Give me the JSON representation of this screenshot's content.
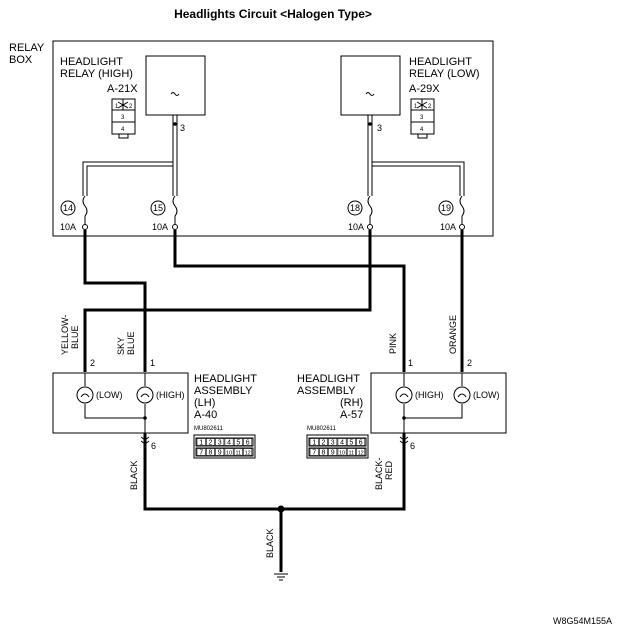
{
  "title": "Headlights Circuit <Halogen Type>",
  "relay_box": {
    "line1": "RELAY",
    "line2": "BOX"
  },
  "relay_high": {
    "line1": "HEADLIGHT",
    "line2": "RELAY (HIGH)",
    "code": "A-21X",
    "terminal": "3",
    "pins": [
      "1",
      "2",
      "3",
      "4"
    ]
  },
  "relay_low": {
    "line1": "HEADLIGHT",
    "line2": "RELAY (LOW)",
    "code": "A-29X",
    "terminal": "3",
    "pins": [
      "1",
      "2",
      "3",
      "4"
    ]
  },
  "fuses": [
    {
      "number": "14",
      "rating": "10A"
    },
    {
      "number": "15",
      "rating": "10A"
    },
    {
      "number": "18",
      "rating": "10A"
    },
    {
      "number": "19",
      "rating": "10A"
    }
  ],
  "wires": {
    "yellow_blue": {
      "line1": "YELLOW-",
      "line2": "BLUE"
    },
    "sky_blue": {
      "line1": "SKY",
      "line2": "BLUE"
    },
    "pink": "PINK",
    "orange": "ORANGE",
    "black_lh": "BLACK",
    "black_rh": {
      "line1": "BLACK-",
      "line2": "RED"
    },
    "black_ground": "BLACK"
  },
  "assembly_lh": {
    "line1": "HEADLIGHT",
    "line2": "ASSEMBLY",
    "line3": "(LH)",
    "code": "A-40",
    "low_label": "(LOW)",
    "high_label": "(HIGH)",
    "pin_low": "2",
    "pin_high": "1",
    "pin_ground": "6",
    "part_no": "MU802611",
    "connector_row1": [
      "1",
      "2",
      "3",
      "4",
      "5",
      "6"
    ],
    "connector_row2": [
      "7",
      "8",
      "9",
      "10",
      "11",
      "12"
    ]
  },
  "assembly_rh": {
    "line1": "HEADLIGHT",
    "line2": "ASSEMBLY",
    "line3": "(RH)",
    "code": "A-57",
    "low_label": "(LOW)",
    "high_label": "(HIGH)",
    "pin_low": "2",
    "pin_high": "1",
    "pin_ground": "6",
    "part_no": "MU802611",
    "connector_row1": [
      "1",
      "2",
      "3",
      "4",
      "5",
      "6"
    ],
    "connector_row2": [
      "7",
      "8",
      "9",
      "10",
      "11",
      "12"
    ]
  },
  "figure_code": "W8G54M155A"
}
